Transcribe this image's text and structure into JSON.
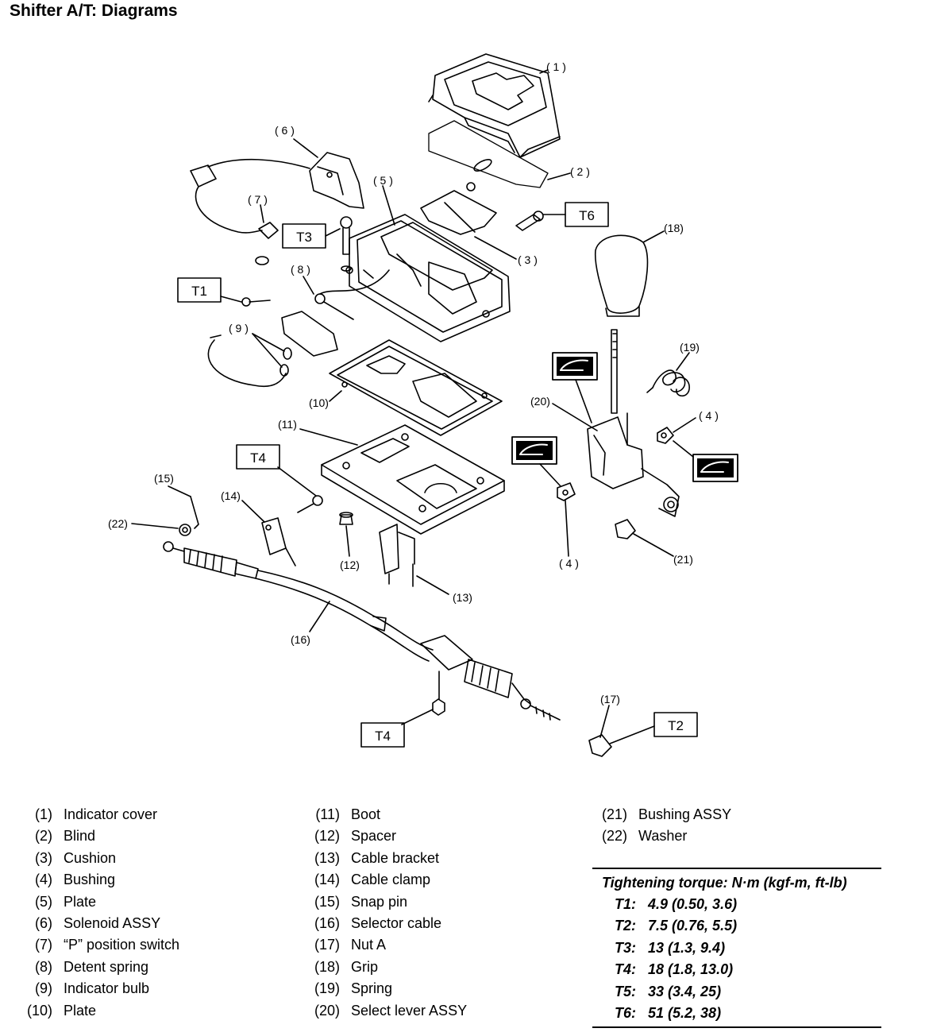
{
  "title": "Shifter A/T: Diagrams",
  "callouts": {
    "c1": "( 1 )",
    "c2": "( 2 )",
    "c3": "( 3 )",
    "c4a": "( 4 )",
    "c4b": "( 4 )",
    "c5": "( 5 )",
    "c6": "( 6 )",
    "c7": "( 7 )",
    "c8": "( 8 )",
    "c9": "( 9 )",
    "c10": "(10)",
    "c11": "(11)",
    "c12": "(12)",
    "c13": "(13)",
    "c14": "(14)",
    "c15": "(15)",
    "c16": "(16)",
    "c17": "(17)",
    "c18": "(18)",
    "c19": "(19)",
    "c20": "(20)",
    "c21": "(21)",
    "c22": "(22)"
  },
  "torque_boxes": {
    "t1": "T1",
    "t2": "T2",
    "t3": "T3",
    "t4a": "T4",
    "t4b": "T4",
    "t6": "T6"
  },
  "legend": [
    [
      {
        "num": "(1)",
        "name": "Indicator cover"
      },
      {
        "num": "(2)",
        "name": "Blind"
      },
      {
        "num": "(3)",
        "name": "Cushion"
      },
      {
        "num": "(4)",
        "name": "Bushing"
      },
      {
        "num": "(5)",
        "name": "Plate"
      },
      {
        "num": "(6)",
        "name": "Solenoid ASSY"
      },
      {
        "num": "(7)",
        "name": "“P” position switch"
      },
      {
        "num": "(8)",
        "name": "Detent spring"
      },
      {
        "num": "(9)",
        "name": "Indicator bulb"
      },
      {
        "num": "(10)",
        "name": "Plate"
      }
    ],
    [
      {
        "num": "(11)",
        "name": "Boot"
      },
      {
        "num": "(12)",
        "name": "Spacer"
      },
      {
        "num": "(13)",
        "name": "Cable bracket"
      },
      {
        "num": "(14)",
        "name": "Cable clamp"
      },
      {
        "num": "(15)",
        "name": "Snap pin"
      },
      {
        "num": "(16)",
        "name": "Selector cable"
      },
      {
        "num": "(17)",
        "name": "Nut A"
      },
      {
        "num": "(18)",
        "name": "Grip"
      },
      {
        "num": "(19)",
        "name": "Spring"
      },
      {
        "num": "(20)",
        "name": "Select lever ASSY"
      }
    ],
    [
      {
        "num": "(21)",
        "name": "Bushing ASSY"
      },
      {
        "num": "(22)",
        "name": "Washer"
      }
    ]
  ],
  "torque": {
    "header": "Tightening torque: N·m (kgf-m, ft-lb)",
    "rows": [
      {
        "key": "T1:",
        "value": "4.9 (0.50, 3.6)"
      },
      {
        "key": "T2:",
        "value": "7.5 (0.76, 5.5)"
      },
      {
        "key": "T3:",
        "value": "13 (1.3, 9.4)"
      },
      {
        "key": "T4:",
        "value": "18 (1.8, 13.0)"
      },
      {
        "key": "T5:",
        "value": "33 (3.4, 25)"
      },
      {
        "key": "T6:",
        "value": "51 (5.2, 38)"
      }
    ]
  }
}
